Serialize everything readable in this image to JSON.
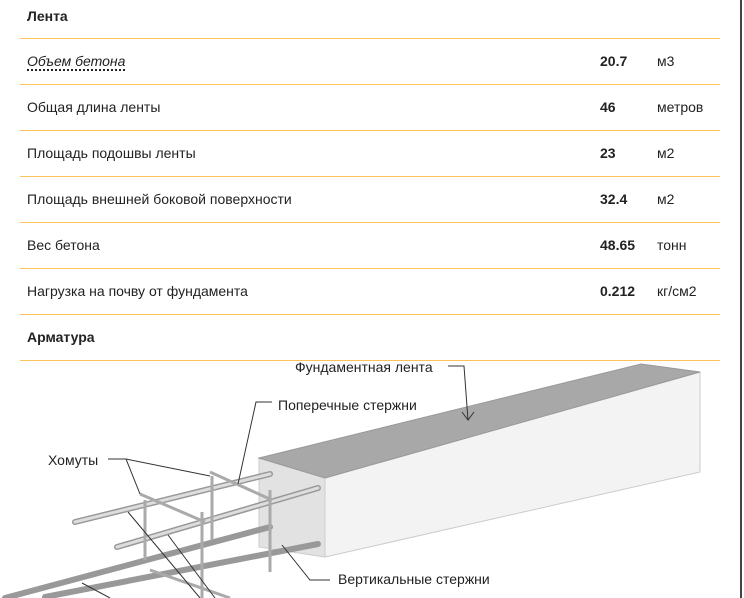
{
  "sections": {
    "lenta": "Лента",
    "armatura": "Арматура"
  },
  "rows": [
    {
      "label": "Объем бетона",
      "value": "20.7",
      "unit": "м3"
    },
    {
      "label": "Общая длина ленты",
      "value": "46",
      "unit": "метров"
    },
    {
      "label": "Площадь подошвы ленты",
      "value": "23",
      "unit": "м2"
    },
    {
      "label": "Площадь внешней боковой поверхности",
      "value": "32.4",
      "unit": "м2"
    },
    {
      "label": "Вес бетона",
      "value": "48.65",
      "unit": "тонн"
    },
    {
      "label": "Нагрузка на почву от фундамента",
      "value": "0.212",
      "unit": "кг/см2"
    }
  ],
  "diagram": {
    "strip": "Фундаментная лента",
    "transverse": "Поперечные стержни",
    "clamps": "Хомуты",
    "vertical": "Вертикальные стержни"
  }
}
